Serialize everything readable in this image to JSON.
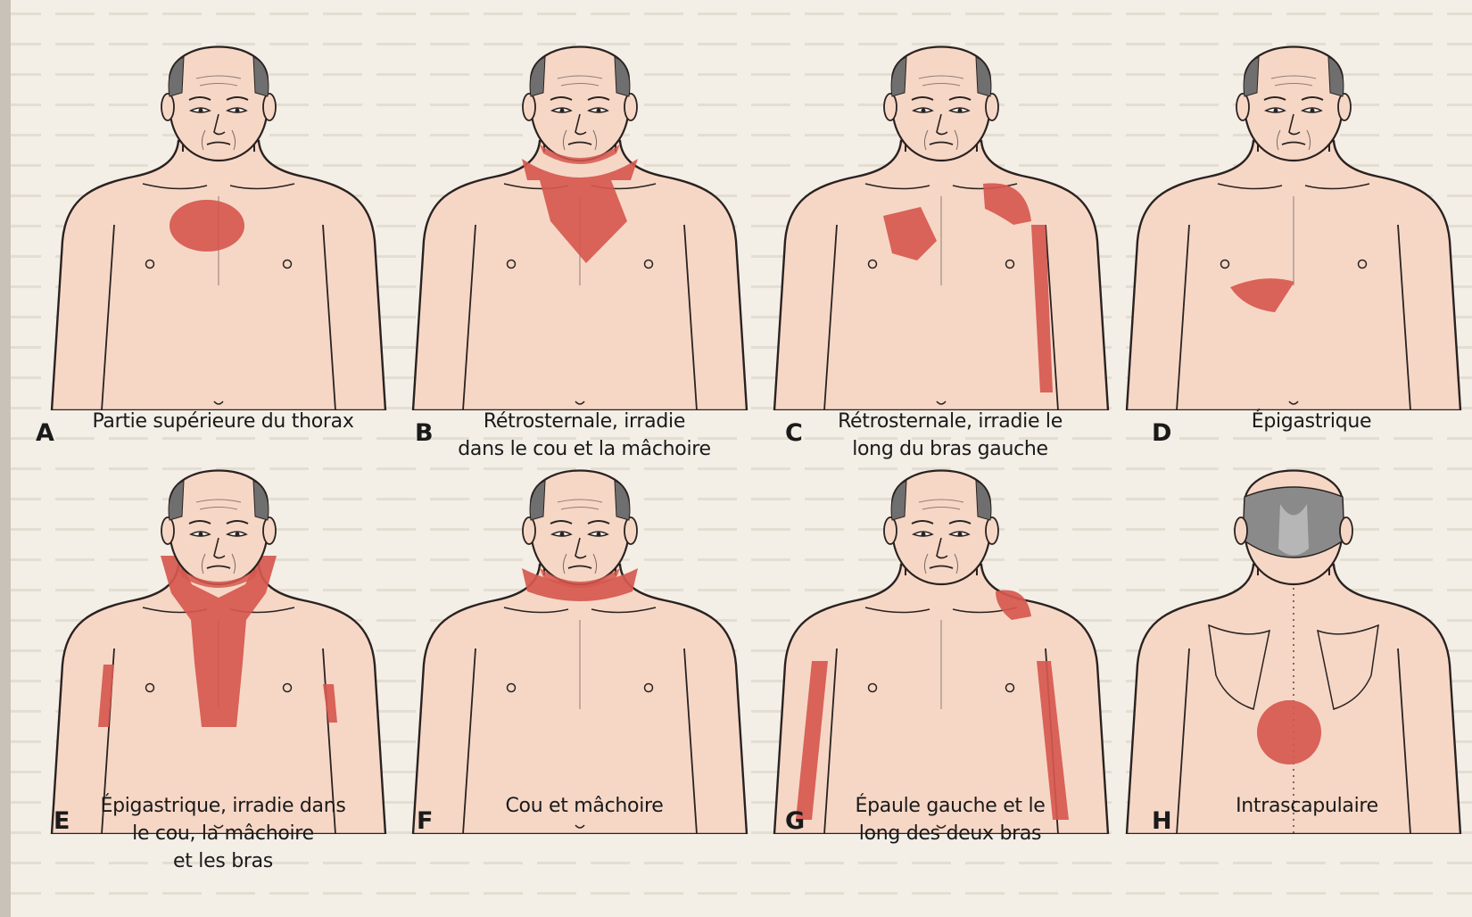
{
  "colors": {
    "skin": "#f6d7c6",
    "outline": "#2a2220",
    "pain": "#d6584f",
    "hair": "#6f6f6f",
    "background": "#f3eee6"
  },
  "panels": [
    {
      "letter": "A",
      "caption": [
        "Partie supérieure du thorax"
      ],
      "view": "front",
      "pain_area": "upper-chest"
    },
    {
      "letter": "B",
      "caption": [
        "Rétrosternale, irradie",
        "dans le cou et la mâchoire"
      ],
      "view": "front",
      "pain_area": "retrosternal-neck-jaw"
    },
    {
      "letter": "C",
      "caption": [
        "Rétrosternale, irradie le",
        "long du bras gauche"
      ],
      "view": "front",
      "pain_area": "retrosternal-left-arm"
    },
    {
      "letter": "D",
      "caption": [
        "Épigastrique"
      ],
      "view": "front",
      "pain_area": "epigastric"
    },
    {
      "letter": "E",
      "caption": [
        "Épigastrique, irradie dans",
        "le cou, la mâchoire",
        "et les bras"
      ],
      "view": "front",
      "pain_area": "epigastric-neck-jaw-arms"
    },
    {
      "letter": "F",
      "caption": [
        "Cou et mâchoire"
      ],
      "view": "front",
      "pain_area": "neck-jaw"
    },
    {
      "letter": "G",
      "caption": [
        "Épaule gauche et le",
        "long des deux bras"
      ],
      "view": "front",
      "pain_area": "left-shoulder-both-arms"
    },
    {
      "letter": "H",
      "caption": [
        "Intrascapulaire"
      ],
      "view": "back",
      "pain_area": "interscapular"
    }
  ]
}
